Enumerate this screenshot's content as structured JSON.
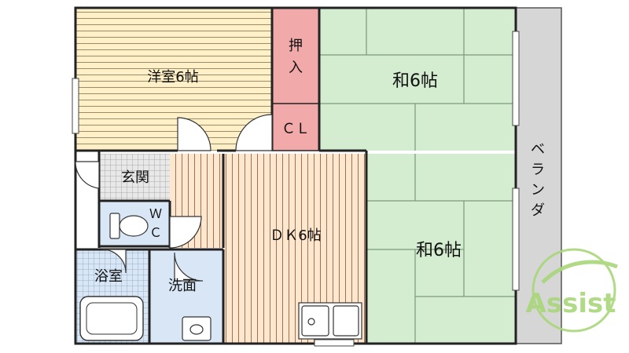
{
  "rooms": {
    "western": "洋室6帖",
    "closet_v": [
      "押",
      "入"
    ],
    "closet_cl": "ＣＬ",
    "japanese_top": "和6帖",
    "japanese_bottom": "和6帖",
    "entrance": "玄関",
    "wc": [
      "Ｗ",
      "Ｃ"
    ],
    "dk": "ＤＫ6帖",
    "bath": "浴室",
    "washroom": "洗面",
    "veranda": [
      "ベ",
      "ラ",
      "ン",
      "ダ"
    ]
  },
  "logo": {
    "text": "Assist"
  },
  "colors": {
    "wall": "#222222",
    "western_fill": "#fff0c8",
    "western_stripe": "#9a8c6a",
    "floor_fill": "#fde7cf",
    "floor_stripe": "#a07050",
    "tatami": "#d4ecd0",
    "tatami_line": "#7a9a7a",
    "closet_pink": "#f2a9a9",
    "tile_blue": "#d8e6f6",
    "tile_grid": "#9a9a9a",
    "veranda": "#d6d6d6",
    "logo_green": "#a9d77a"
  }
}
